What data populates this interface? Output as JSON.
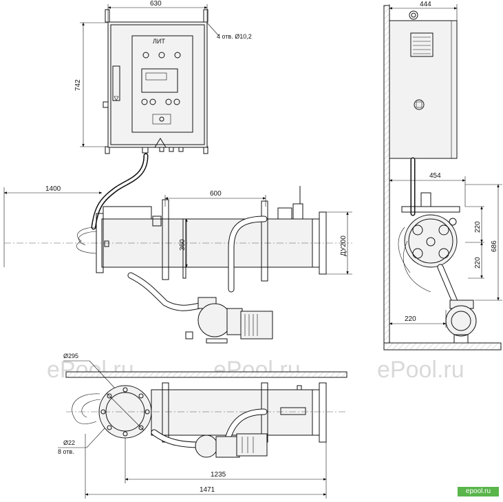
{
  "dimensions": {
    "cabinet_width": "630",
    "cabinet_height": "742",
    "mount_holes": "4 отв. Ø10,2",
    "side_width": "444",
    "side_depth": "454",
    "upper_offset": "220",
    "lower_offset": "220",
    "total_height": "686",
    "floor_offset": "220",
    "inlet_offset": "1400",
    "support_span": "600",
    "body_height": "360",
    "flange_dn": "ДУ200",
    "flange_diameter": "Ø295",
    "bolt_holes": "Ø22",
    "bolt_holes_count": "8 отв.",
    "pump_length": "1235",
    "total_length": "1471"
  },
  "panel": {
    "brand": "ЛИТ"
  },
  "watermarks": [
    "ePool.ru",
    "ePool.ru",
    "ePool.ru"
  ],
  "badge": "epool.ru"
}
